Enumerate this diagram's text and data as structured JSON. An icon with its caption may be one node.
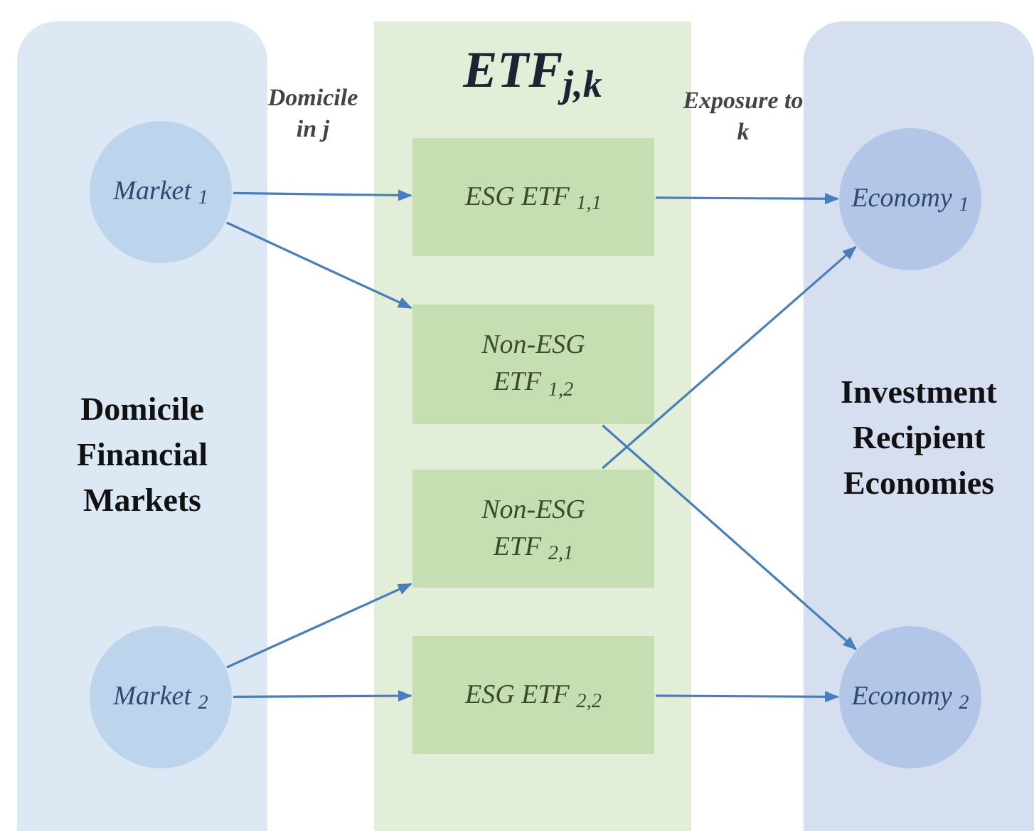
{
  "diagram": {
    "nodes": [
      {
        "text": [
          "Domicile Financial Markets"
        ]
      },
      {
        "text": [
          "Market $_{1}$"
        ],
        "in": 0
      },
      {
        "text": [
          "Market $_{2}$"
        ],
        "in": 0
      },
      {
        "text": [
          "ETF$_{j,k}$"
        ]
      },
      {
        "text": [
          "ESG ETF $_{1,1}$"
        ],
        "in": 3
      },
      {
        "text": [
          "Non-ESG ETF $_{1,2}$"
        ],
        "in": 3
      },
      {
        "text": [
          "Non-ESG ETF $_{2,1}$"
        ],
        "in": 3
      },
      {
        "text": [
          "ESG ETF $_{2,2}$"
        ],
        "in": 3
      },
      {
        "text": [
          "Investment Recipient Economies"
        ]
      },
      {
        "text": [
          "Economy $_{1}$"
        ],
        "in": 8
      },
      {
        "text": [
          "Economy $_{2}$"
        ],
        "in": 8
      }
    ],
    "edges": [
      {
        "from": 1,
        "to": 4,
        "arrow": "to"
      },
      {
        "from": 1,
        "to": 5,
        "arrow": "to"
      },
      {
        "from": 2,
        "to": 6,
        "arrow": "to"
      },
      {
        "from": 2,
        "to": 7,
        "arrow": "to"
      },
      {
        "from": 4,
        "to": 9,
        "arrow": "to"
      },
      {
        "from": 5,
        "to": 10,
        "arrow": "to"
      },
      {
        "from": 6,
        "to": 9,
        "arrow": "to"
      },
      {
        "from": 7,
        "to": 10,
        "arrow": "to"
      }
    ],
    "labels": [
      "Domicile in j",
      "Exposure to k"
    ]
  }
}
